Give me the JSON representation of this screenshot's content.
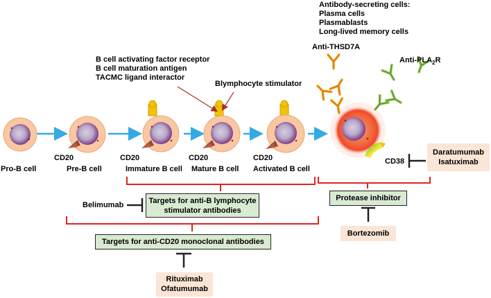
{
  "stages": [
    {
      "name": "Pro-B cell",
      "marker": ""
    },
    {
      "name": "Pre-B cell",
      "marker": "CD20"
    },
    {
      "name": "Immature B cell",
      "marker": "CD20"
    },
    {
      "name": "Mature B cell",
      "marker": "CD20"
    },
    {
      "name": "Activated B cell",
      "marker": "CD20"
    }
  ],
  "receptors": {
    "lines": [
      "B cell activating factor receptor",
      "B cell maturation antigen",
      "TACMC ligand interactor"
    ]
  },
  "blys_label": "Blymphocyte stimulator",
  "secreting": {
    "title": "Antibody-secreting cells:",
    "items": [
      "Plasma cells",
      "Plasmablasts",
      "Long-lived memory cells"
    ]
  },
  "antibodies": {
    "thsd7a": "Anti-THSD7A",
    "pla2r_prefix": "Anti-PLA",
    "pla2r_sub": "2",
    "pla2r_suffix": "R"
  },
  "cd38_label": "CD38",
  "cd38_drugs": [
    "Daratumumab",
    "Isatuximab"
  ],
  "belimumab": "Belimumab",
  "blys_targets": [
    "Targets for anti-B lymphocyte",
    "stimulator antibodies"
  ],
  "cd20_targets": "Targets for anti-CD20 monoclonal antibodies",
  "cd20_drugs": [
    "Rituximab",
    "Ofatumumab"
  ],
  "protease": "Protease inhibitor",
  "bortezomib": "Bortezomib",
  "colors": {
    "cell_body": "#f9c7a2",
    "nucleus": "#8e3f8c",
    "arrow": "#35a9e3",
    "bracket": "#e0241c",
    "green_box": "#d9ead3",
    "peach_box": "#fbe5d6",
    "antibody_orange": "#f6a21d",
    "antibody_green": "#86bf4a",
    "receptor_yellow": "#f2c400",
    "indicator": "#a8322d"
  }
}
